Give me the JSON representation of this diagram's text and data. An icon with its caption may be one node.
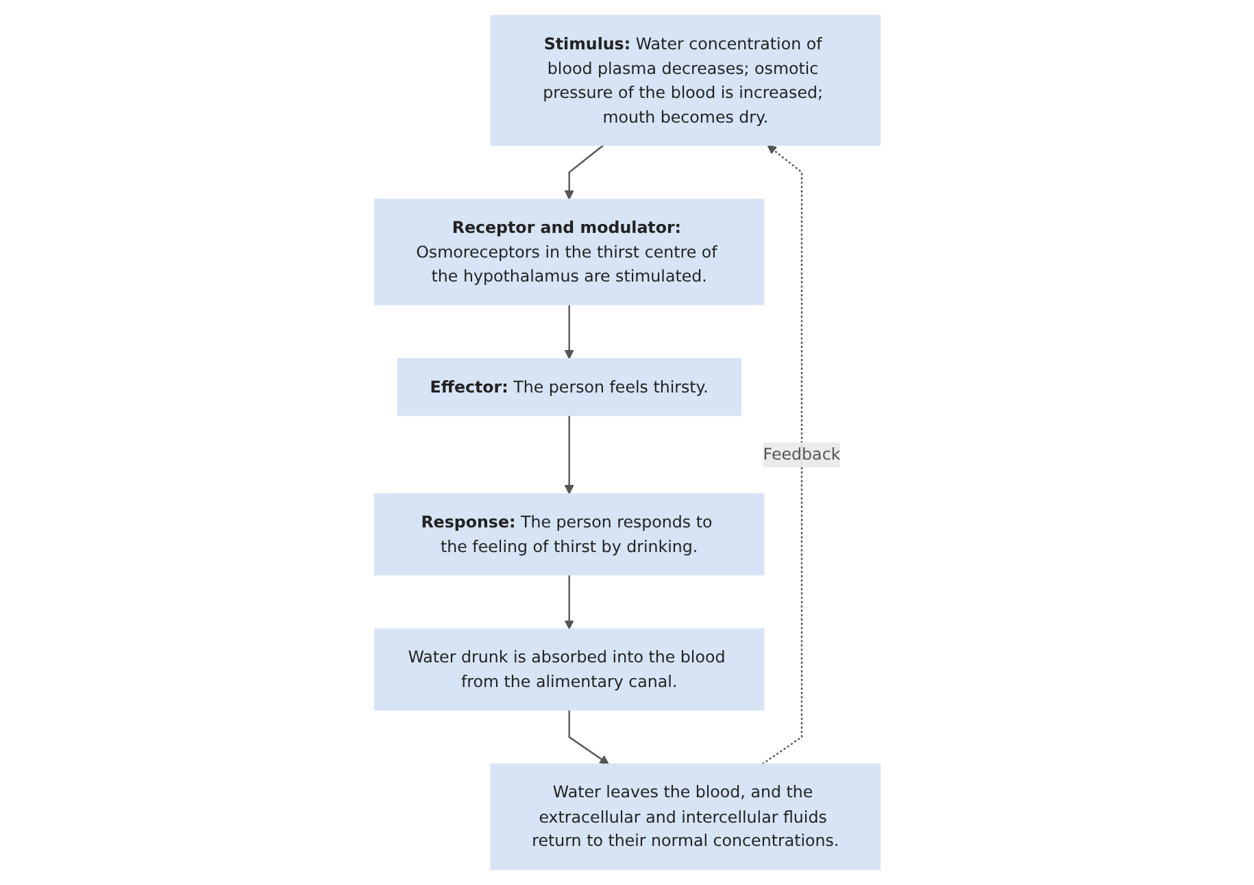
{
  "diagram": {
    "nodes": [
      {
        "text": [
          "**Stimulus:** Water concentration of blood plasma decreases; osmotic pressure of the blood is increased; mouth becomes dry."
        ]
      },
      {
        "text": [
          "**Receptor and modulator:** Osmoreceptors in the thirst centre of the hypothalamus are stimulated."
        ]
      },
      {
        "text": [
          "**Effector:** The person feels thirsty."
        ]
      },
      {
        "text": [
          "**Response:** The person responds to the feeling of thirst by drinking."
        ]
      },
      {
        "text": [
          "Water drunk is absorbed into the blood from the alimentary canal."
        ]
      },
      {
        "text": [
          "Water leaves the blood, and the extracellular and intercellular fluids return to their normal concentrations."
        ]
      }
    ],
    "edges": [
      {
        "from": 0,
        "to": 1,
        "arrow": "to"
      },
      {
        "from": 1,
        "to": 2,
        "arrow": "to"
      },
      {
        "from": 2,
        "to": 3,
        "arrow": "to"
      },
      {
        "from": 3,
        "to": 4,
        "arrow": "to"
      },
      {
        "from": 4,
        "to": 5,
        "arrow": "to"
      },
      {
        "from": 5,
        "to": 0,
        "arrow": "to",
        "label": "Feedback",
        "style": "dashed"
      }
    ]
  }
}
